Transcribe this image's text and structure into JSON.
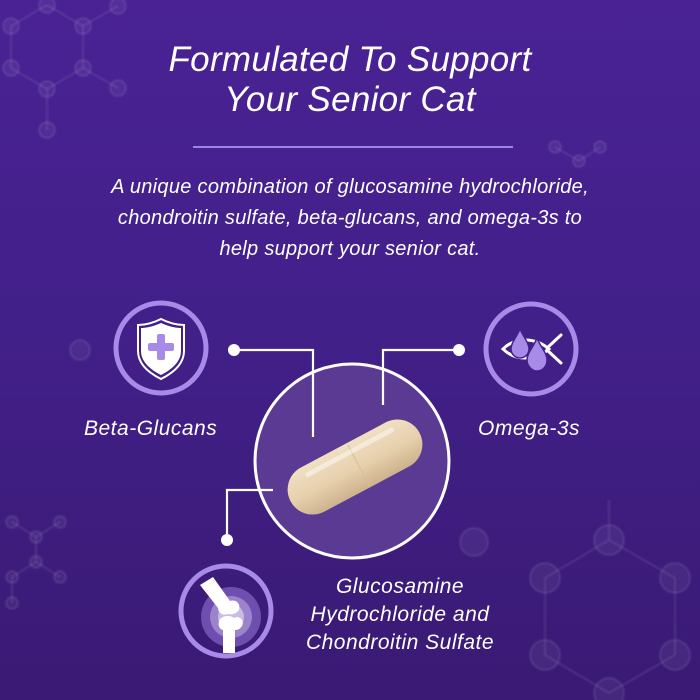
{
  "header": {
    "title_lines": [
      "Formulated To Support",
      "Your Senior Cat"
    ],
    "subtitle_lines": [
      "A unique combination of glucosamine hydrochloride,",
      "chondroitin sulfate, beta-glucans, and omega-3s to",
      "help support your senior cat."
    ]
  },
  "product": {
    "image": "capsule"
  },
  "ingredients": [
    {
      "label": "Beta-Glucans",
      "icon": "shield-plus-icon"
    },
    {
      "label": "Omega-3s",
      "icon": "fish-oil-drops-icon"
    },
    {
      "label_lines": [
        "Glucosamine",
        "Hydrochloride and",
        "Chondroitin Sulfate"
      ],
      "icon": "knee-joint-icon"
    }
  ],
  "colors": {
    "background_top": "#4a2294",
    "background_bottom": "#3a1a74",
    "accent_lavender": "#a88be8",
    "divider": "#9f83e6",
    "capsule": "#e8d2b0",
    "text": "#ffffff"
  }
}
